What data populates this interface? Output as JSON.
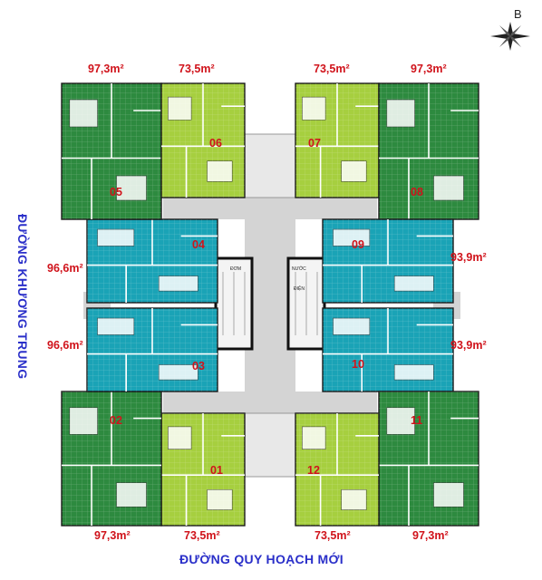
{
  "north_label": "B",
  "roads": {
    "left": "ĐƯỜNG KHƯƠNG TRUNG",
    "bottom": "ĐƯỜNG QUY HOẠCH MỚI"
  },
  "core_labels": {
    "a": "ĐƠM",
    "b": "NƯỚC",
    "c": "ĐIỆN"
  },
  "units": [
    {
      "id": "01",
      "area": "73,5m²",
      "color": "#a6cf3f"
    },
    {
      "id": "02",
      "area": "97,3m²",
      "color": "#2d8a3f"
    },
    {
      "id": "03",
      "area": "96,6m²",
      "color": "#1aa3b6"
    },
    {
      "id": "04",
      "area": "96,6m²",
      "color": "#1aa3b6"
    },
    {
      "id": "05",
      "area": "97,3m²",
      "color": "#2d8a3f"
    },
    {
      "id": "06",
      "area": "73,5m²",
      "color": "#a6cf3f"
    },
    {
      "id": "07",
      "area": "73,5m²",
      "color": "#a6cf3f"
    },
    {
      "id": "08",
      "area": "97,3m²",
      "color": "#2d8a3f"
    },
    {
      "id": "09",
      "area": "93,9m²",
      "color": "#1aa3b6"
    },
    {
      "id": "10",
      "area": "93,9m²",
      "color": "#1aa3b6"
    },
    {
      "id": "11",
      "area": "97,3m²",
      "color": "#2d8a3f"
    },
    {
      "id": "12",
      "area": "73,5m²",
      "color": "#a6cf3f"
    }
  ],
  "colors": {
    "corridor": "#d4d4d4",
    "core_outline": "#111111",
    "label_red": "#d0131b",
    "road_blue": "#2a2fc9"
  }
}
